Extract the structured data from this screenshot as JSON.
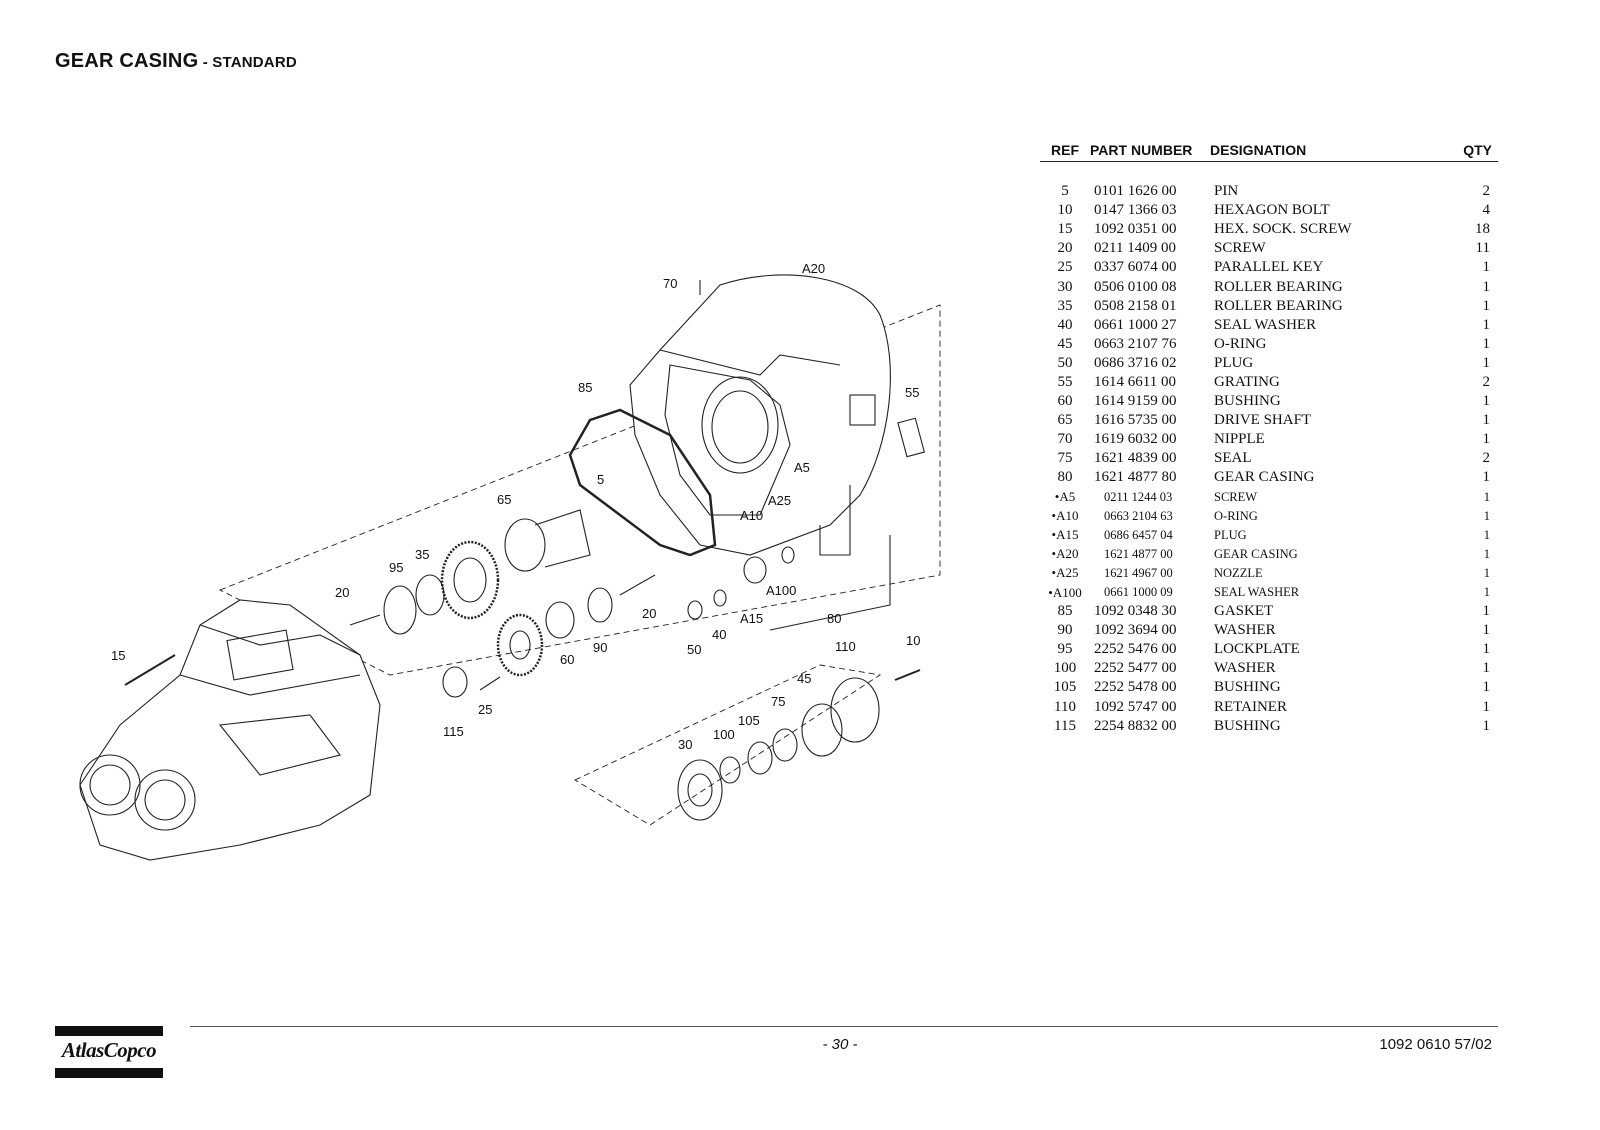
{
  "header": {
    "title": "GEAR CASING",
    "subtitle": " - STANDARD"
  },
  "table": {
    "columns": [
      "REF",
      "PART NUMBER",
      "DESIGNATION",
      "QTY"
    ],
    "rows": [
      {
        "ref": "5",
        "part": "0101 1626 00",
        "desig": "PIN",
        "qty": "2"
      },
      {
        "ref": "10",
        "part": "0147 1366 03",
        "desig": "HEXAGON BOLT",
        "qty": "4"
      },
      {
        "ref": "15",
        "part": "1092 0351 00",
        "desig": "HEX. SOCK. SCREW",
        "qty": "18"
      },
      {
        "ref": "20",
        "part": "0211 1409 00",
        "desig": "SCREW",
        "qty": "11"
      },
      {
        "ref": "25",
        "part": "0337 6074 00",
        "desig": "PARALLEL KEY",
        "qty": "1"
      },
      {
        "ref": "30",
        "part": "0506 0100 08",
        "desig": "ROLLER BEARING",
        "qty": "1"
      },
      {
        "ref": "35",
        "part": "0508 2158 01",
        "desig": "ROLLER BEARING",
        "qty": "1"
      },
      {
        "ref": "40",
        "part": "0661 1000 27",
        "desig": "SEAL WASHER",
        "qty": "1"
      },
      {
        "ref": "45",
        "part": "0663 2107 76",
        "desig": "O-RING",
        "qty": "1"
      },
      {
        "ref": "50",
        "part": "0686 3716 02",
        "desig": "PLUG",
        "qty": "1"
      },
      {
        "ref": "55",
        "part": "1614 6611 00",
        "desig": "GRATING",
        "qty": "2"
      },
      {
        "ref": "60",
        "part": "1614 9159 00",
        "desig": "BUSHING",
        "qty": "1"
      },
      {
        "ref": "65",
        "part": "1616 5735 00",
        "desig": "DRIVE SHAFT",
        "qty": "1"
      },
      {
        "ref": "70",
        "part": "1619 6032 00",
        "desig": "NIPPLE",
        "qty": "1"
      },
      {
        "ref": "75",
        "part": "1621 4839 00",
        "desig": "SEAL",
        "qty": "2"
      },
      {
        "ref": "80",
        "part": "1621 4877 80",
        "desig": "GEAR CASING",
        "qty": "1"
      },
      {
        "ref": "•A5",
        "part": "0211 1244 03",
        "desig": "SCREW",
        "qty": "1",
        "small": true
      },
      {
        "ref": "•A10",
        "part": "0663 2104 63",
        "desig": "O-RING",
        "qty": "1",
        "small": true
      },
      {
        "ref": "•A15",
        "part": "0686 6457 04",
        "desig": "PLUG",
        "qty": "1",
        "small": true
      },
      {
        "ref": "•A20",
        "part": "1621 4877 00",
        "desig": "GEAR CASING",
        "qty": "1",
        "small": true
      },
      {
        "ref": "•A25",
        "part": "1621 4967 00",
        "desig": "NOZZLE",
        "qty": "1",
        "small": true
      },
      {
        "ref": "•A100",
        "part": "0661 1000 09",
        "desig": "SEAL WASHER",
        "qty": "1",
        "small": true
      },
      {
        "ref": "85",
        "part": "1092 0348 30",
        "desig": "GASKET",
        "qty": "1"
      },
      {
        "ref": "90",
        "part": "1092 3694 00",
        "desig": "WASHER",
        "qty": "1"
      },
      {
        "ref": "95",
        "part": "2252 5476 00",
        "desig": "LOCKPLATE",
        "qty": "1"
      },
      {
        "ref": "100",
        "part": "2252 5477 00",
        "desig": "WASHER",
        "qty": "1"
      },
      {
        "ref": "105",
        "part": "2252 5478 00",
        "desig": "BUSHING",
        "qty": "1"
      },
      {
        "ref": "110",
        "part": "1092 5747 00",
        "desig": "RETAINER",
        "qty": "1"
      },
      {
        "ref": "115",
        "part": "2254 8832 00",
        "desig": "BUSHING",
        "qty": "1"
      }
    ]
  },
  "diagram": {
    "callouts": [
      "70",
      "A20",
      "85",
      "55",
      "5",
      "A5",
      "A25",
      "A10",
      "65",
      "35",
      "95",
      "20",
      "15",
      "60",
      "90",
      "50",
      "40",
      "A15",
      "A100",
      "80",
      "110",
      "10",
      "45",
      "75",
      "105",
      "100",
      "30",
      "25",
      "115"
    ]
  },
  "footer": {
    "logo": "AtlasCopco",
    "page": "- 30 -",
    "doc_number": "1092 0610 57/02"
  }
}
